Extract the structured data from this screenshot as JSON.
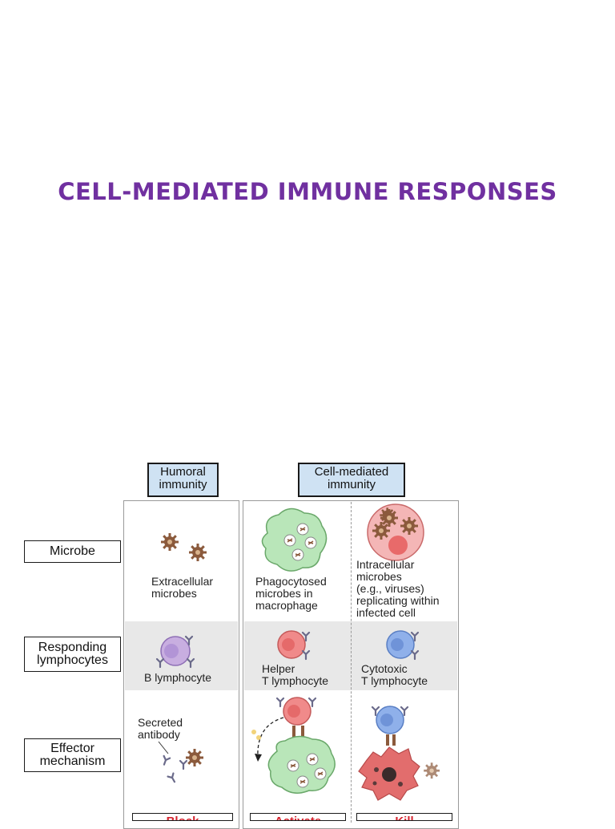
{
  "title": "CELL-MEDIATED IMMUNE RESPONSES",
  "figure": {
    "column_headers": {
      "humoral": [
        "Humoral",
        "immunity"
      ],
      "cell_mediated": [
        "Cell-mediated",
        "immunity"
      ]
    },
    "row_labels": {
      "microbe": [
        "Microbe"
      ],
      "responding": [
        "Responding",
        "lymphocytes"
      ],
      "effector": [
        "Effector",
        "mechanism"
      ]
    },
    "captions": {
      "extracellular": [
        "Extracellular",
        "microbes"
      ],
      "phagocytosed": [
        "Phagocytosed",
        "microbes in",
        "macrophage"
      ],
      "intracellular": [
        "Intracellular",
        "microbes",
        "(e.g., viruses)",
        "replicating within",
        "infected cell"
      ],
      "b_cell": [
        "B lymphocyte"
      ],
      "helper": [
        "Helper",
        "T lymphocyte"
      ],
      "cytotoxic": [
        "Cytotoxic",
        "T lymphocyte"
      ],
      "secreted": [
        "Secreted",
        "antibody"
      ]
    },
    "function_labels": {
      "humoral": "Block",
      "helper": "Activate",
      "cytotoxic": "Kill"
    },
    "colors": {
      "title": "#7030a0",
      "header_fill": "#cfe2f3",
      "macrophage": "#b9e6b9",
      "infected_cell": "#f4b6b6",
      "b_cell": "#c8aee0",
      "helper_t": "#f08a8a",
      "cytotoxic_t": "#8fb0ea",
      "microbe": "#8b5a3c",
      "function_text": "#d4242f"
    }
  }
}
